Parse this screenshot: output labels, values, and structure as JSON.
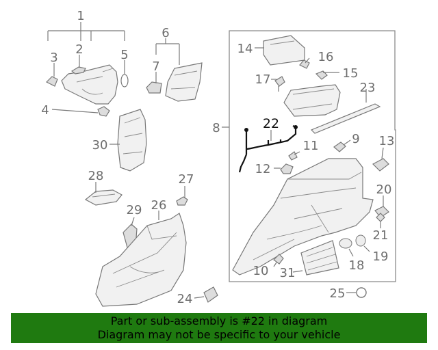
{
  "callouts": {
    "c1": "1",
    "c2": "2",
    "c3": "3",
    "c4": "4",
    "c5": "5",
    "c6": "6",
    "c7": "7",
    "c8": "8",
    "c9": "9",
    "c10": "10",
    "c11": "11",
    "c12": "12",
    "c13": "13",
    "c14": "14",
    "c15": "15",
    "c16": "16",
    "c17": "17",
    "c18": "18",
    "c19": "19",
    "c20": "20",
    "c21": "21",
    "c22": "22",
    "c23": "23",
    "c24": "24",
    "c25": "25",
    "c26": "26",
    "c27": "27",
    "c28": "28",
    "c29": "29",
    "c30": "30",
    "c31": "31"
  },
  "highlight": {
    "part_number": "22",
    "color": "#111111"
  },
  "footer": {
    "line1": "Part or sub-assembly is #22 in diagram",
    "line2": "Diagram may not be specific to your vehicle",
    "background": "#1f7a10"
  }
}
